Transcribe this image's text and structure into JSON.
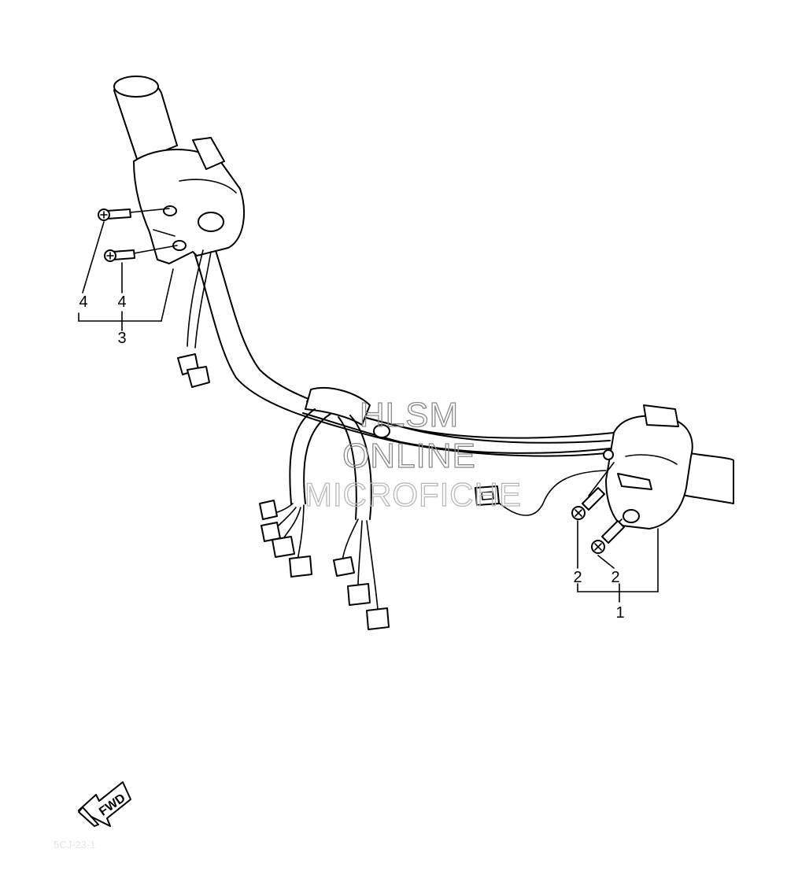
{
  "callouts": {
    "left_screw_a": "4",
    "left_screw_b": "4",
    "left_switch": "3",
    "right_screw_a": "2",
    "right_screw_b": "2",
    "right_switch": "1"
  },
  "watermark": {
    "line1": "HLSM",
    "line2": "ONLINE",
    "line3": "MICROFICHE"
  },
  "direction_arrow": {
    "label": "FWD"
  },
  "figure_code": "5CJ-23-1"
}
